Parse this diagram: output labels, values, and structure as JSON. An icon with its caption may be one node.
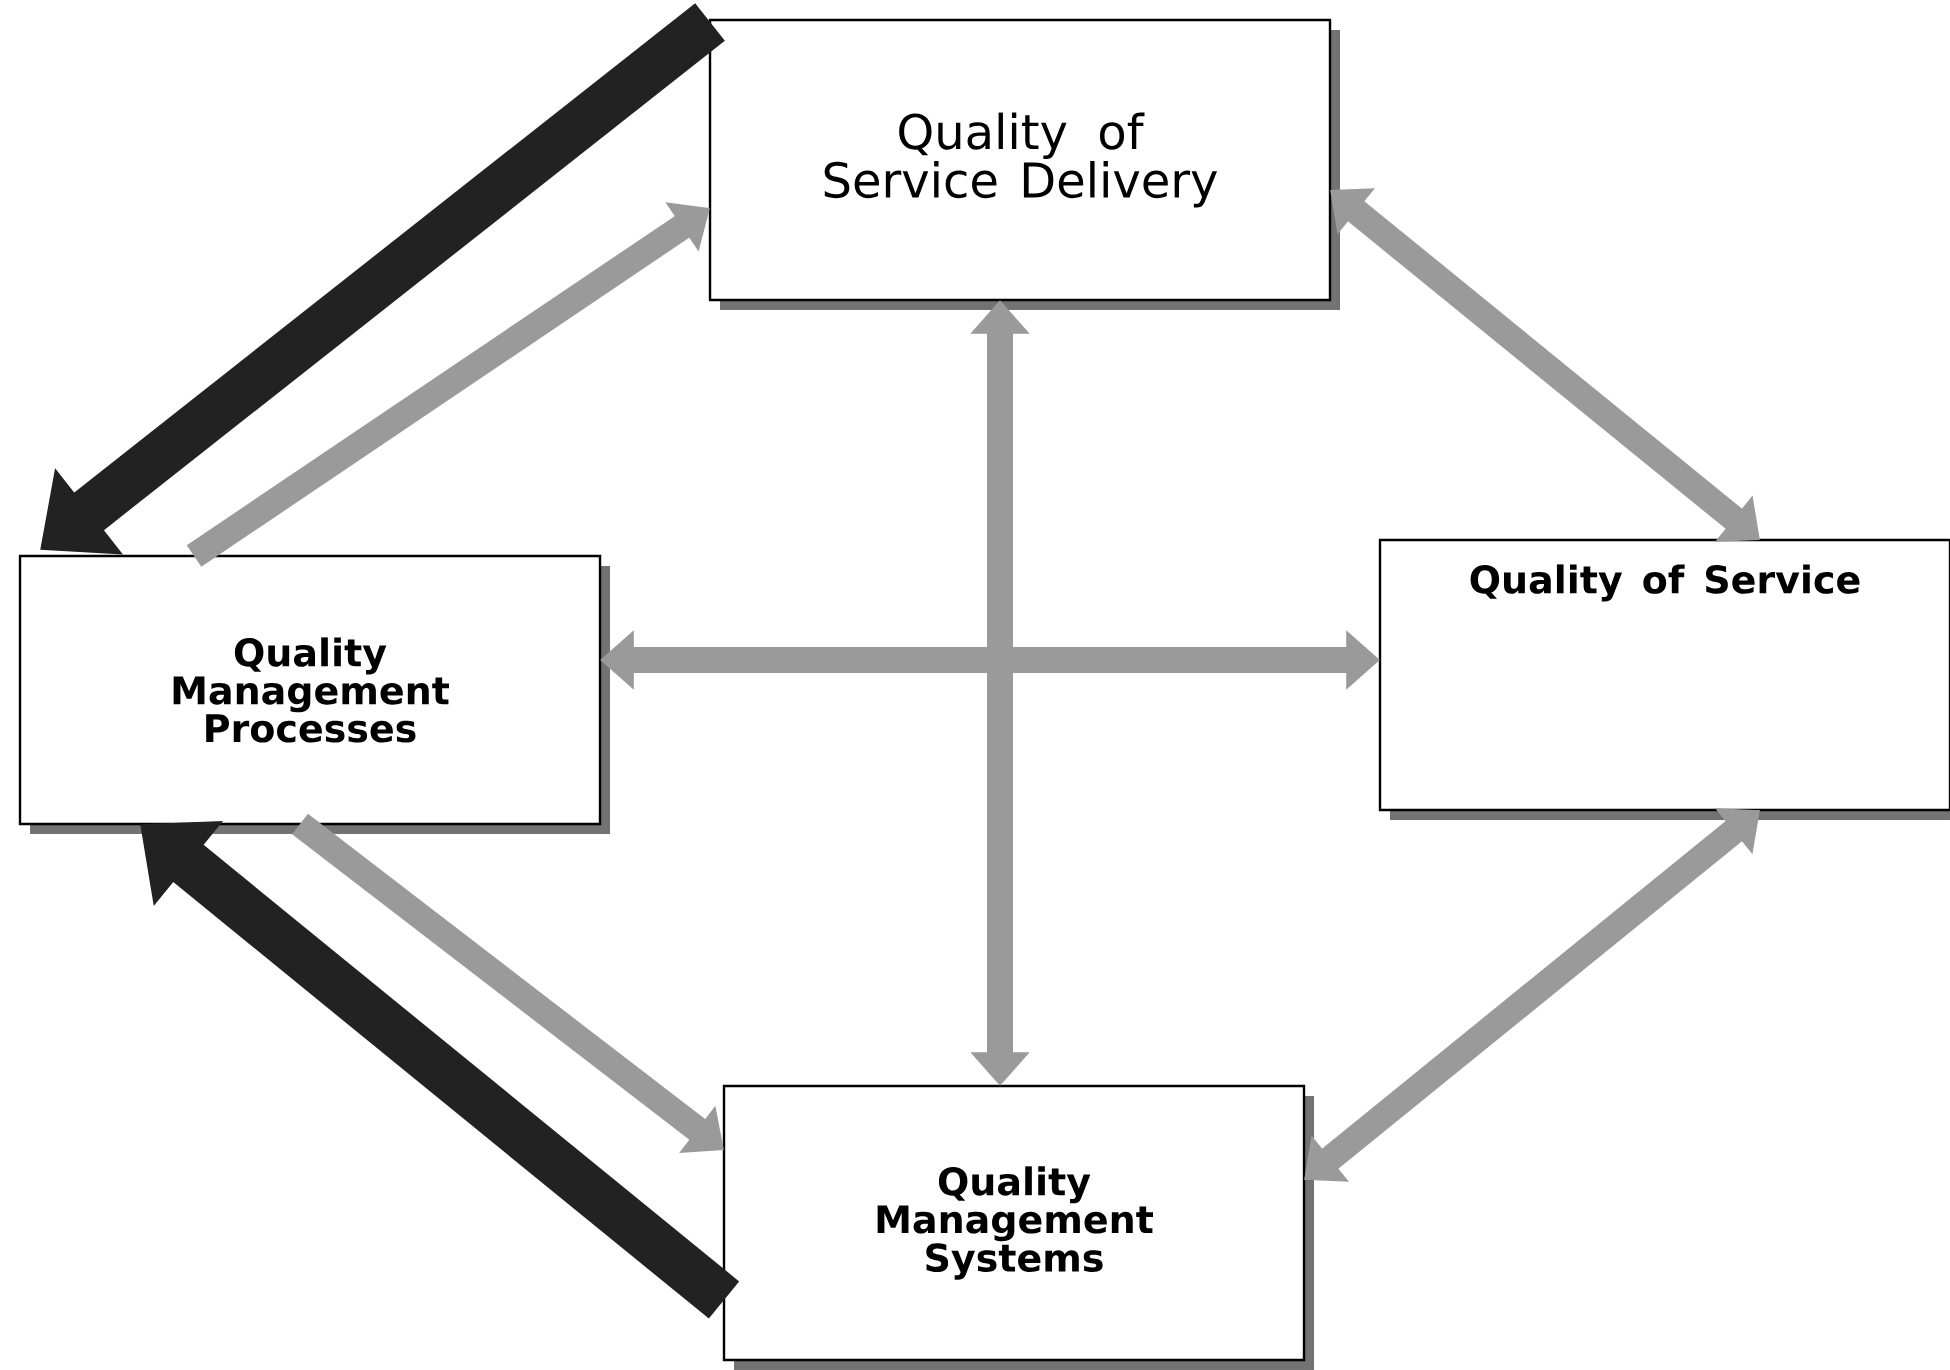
{
  "diagram": {
    "nodes": [
      {
        "text": [
          "Quality of Service Delivery"
        ]
      },
      {
        "text": [
          "Quality Management Processes"
        ]
      },
      {
        "text": [
          "Quality of Service"
        ]
      },
      {
        "text": [
          "Quality Management Systems"
        ]
      }
    ],
    "edges": [
      {
        "from": 0,
        "to": 1,
        "arrow": "to",
        "style": "thick",
        "color": "#222222"
      },
      {
        "from": 1,
        "to": 0,
        "arrow": "to"
      },
      {
        "from": 0,
        "to": 2,
        "arrow": "both"
      },
      {
        "from": 2,
        "to": 3,
        "arrow": "both"
      },
      {
        "from": 3,
        "to": 1,
        "arrow": "to",
        "style": "thick",
        "color": "#222222"
      },
      {
        "from": 1,
        "to": 3,
        "arrow": "to"
      },
      {
        "from": 1,
        "to": 2,
        "arrow": "both"
      },
      {
        "from": 0,
        "to": 3,
        "arrow": "both"
      }
    ]
  }
}
